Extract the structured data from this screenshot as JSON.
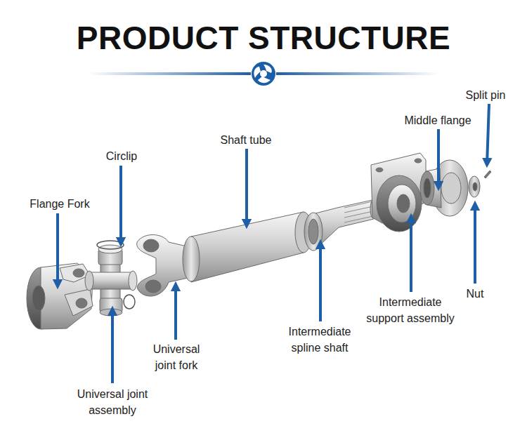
{
  "diagram": {
    "title": "PRODUCT STRUCTURE",
    "labels": [
      "Split pin",
      "Middle flange",
      "Shaft tube",
      "Circlip",
      "Flange Fork",
      "Nut",
      "Intermediate support assembly",
      "Intermediate spline shaft",
      "Universal joint fork",
      "Universal joint assembly"
    ]
  }
}
